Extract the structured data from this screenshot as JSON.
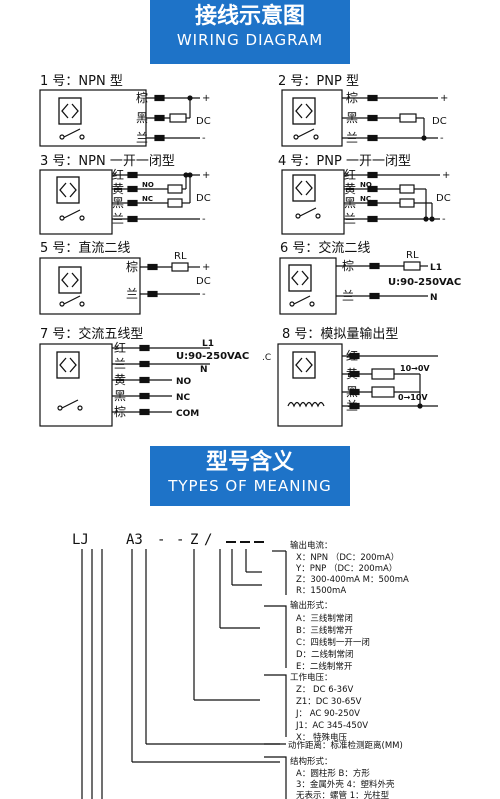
{
  "banner_wiring": {
    "cn": "接线示意图",
    "en": "WIRING DIAGRAM"
  },
  "banner_types": {
    "cn": "型号含义",
    "en": "TYPES OF MEANING"
  },
  "dc": "DC",
  "plus": "+",
  "minus": "-",
  "d1": {
    "title": "1 号：NPN 型",
    "w1": "棕",
    "w2": "黑",
    "w3": "兰"
  },
  "d2": {
    "title": "2 号：PNP 型",
    "w1": "棕",
    "w2": "黑",
    "w3": "兰"
  },
  "d3": {
    "title": "3 号：NPN 一开一闭型",
    "w1": "红",
    "w2": "黄",
    "w3": "黑",
    "w4": "兰",
    "no": "NO",
    "nc": "NC"
  },
  "d4": {
    "title": "4 号：PNP 一开一闭型",
    "w1": "红",
    "w2": "黄",
    "w3": "黑",
    "w4": "兰",
    "no": "NO",
    "nc": "NC"
  },
  "d5": {
    "title": "5 号：直流二线",
    "w1": "棕",
    "w2": "兰",
    "rl": "RL"
  },
  "d6": {
    "title": "6 号：交流二线",
    "w1": "棕",
    "w2": "兰",
    "rl": "RL",
    "l1": "L1",
    "n": "N",
    "volt": "U:90-250VAC"
  },
  "d7": {
    "title": "7 号：交流五线型",
    "w1": "红",
    "w2": "兰",
    "w3": "黄",
    "w4": "黑",
    "w5": "棕",
    "l1": "L1",
    "n": "N",
    "volt": "U:90-250VAC",
    "no": "NO",
    "nc": "NC",
    "com": "COM"
  },
  "d8": {
    "title": "8 号：模拟量输出型",
    "mark": ".C",
    "w1": "红",
    "w2": "黄",
    "w3": "黑",
    "w4": "兰",
    "r1": "10→0V",
    "r2": "0→10V"
  },
  "code": {
    "lj": "LJ",
    "a3": "A3",
    "dash1": "-",
    "dash2": "-",
    "z": "Z",
    "slash": "/"
  },
  "legend": {
    "output_current": {
      "title": "输出电流：",
      "items": [
        "X：NPN  （DC：200mA）",
        "Y：PNP  （DC：200mA）",
        "Z：300-400mA   M：500mA",
        "R：1500mA"
      ]
    },
    "output_form": {
      "title": "输出形式：",
      "items": [
        "A：三线制常闭",
        "B：三线制常开",
        "C：四线制一开一闭",
        "D：二线制常闭",
        "E：二线制常开"
      ]
    },
    "voltage": {
      "title": "工作电压：",
      "items": [
        "Z：  DC  6-36V",
        "Z1：DC  30-65V",
        "J：  AC  90-250V",
        "J1：AC  345-450V",
        "X：  特殊电压"
      ]
    },
    "distance": "动作距离：标准检测距离(MM)",
    "structure": {
      "title": "结构形式：",
      "items": [
        "A：圆柱形    B：方形",
        "3：金属外壳  4：塑料外壳",
        "无表示：螺管  1：光柱型"
      ]
    }
  }
}
